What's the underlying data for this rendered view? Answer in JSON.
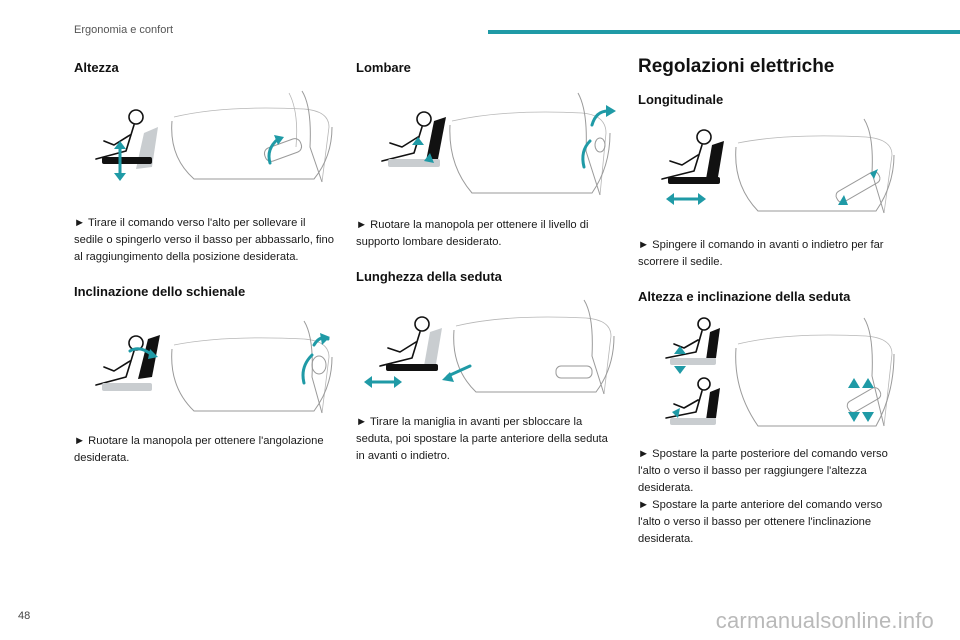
{
  "header": {
    "section_title": "Ergonomia e confort",
    "accent_color": "#1f9aa6"
  },
  "page_number": "48",
  "watermark": "carmanualsonline.info",
  "col1": {
    "s1_title": "Altezza",
    "s1_text": "► Tirare il comando verso l'alto per sollevare il sedile o spingerlo verso il basso per abbassarlo, fino al raggiungimento della posizione desiderata.",
    "s2_title": "Inclinazione dello schienale",
    "s2_text": "► Ruotare la manopola per ottenere l'angolazione desiderata."
  },
  "col2": {
    "s1_title": "Lombare",
    "s1_text": "► Ruotare la manopola per ottenere il livello di supporto lombare desiderato.",
    "s2_title": "Lunghezza della seduta",
    "s2_text": "► Tirare la maniglia in avanti per sbloccare la seduta, poi spostare la parte anteriore della seduta in avanti o indietro."
  },
  "col3": {
    "main_title": "Regolazioni elettriche",
    "s1_title": "Longitudinale",
    "s1_text": "► Spingere il comando in avanti o indietro per far scorrere il sedile.",
    "s2_title": "Altezza e inclinazione della seduta",
    "s2_text_1": "► Spostare la parte posteriore del comando verso l'alto o verso il basso per raggiungere l'altezza desiderata.",
    "s2_text_2": "► Spostare la parte anteriore del comando verso l'alto o verso il basso per ottenere l'inclinazione desiderata."
  }
}
